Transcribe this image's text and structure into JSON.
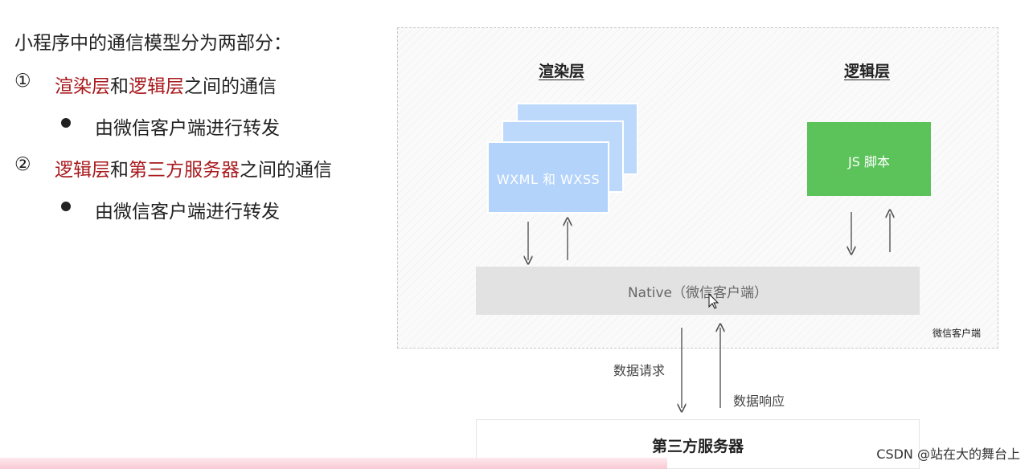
{
  "intro": "小程序中的通信模型分为两部分：",
  "items": [
    {
      "num": "①",
      "parts": [
        {
          "text": "渲染层",
          "red": true
        },
        {
          "text": "和",
          "red": false
        },
        {
          "text": "逻辑层",
          "red": true
        },
        {
          "text": "之间的通信",
          "red": false
        }
      ],
      "bullet": "由微信客户端进行转发"
    },
    {
      "num": "②",
      "parts": [
        {
          "text": "逻辑层",
          "red": true
        },
        {
          "text": "和",
          "red": false
        },
        {
          "text": "第三方服务器",
          "red": true
        },
        {
          "text": "之间的通信",
          "red": false
        }
      ],
      "bullet": "由微信客户端进行转发"
    }
  ],
  "diagram": {
    "render_title": "渲染层",
    "logic_title": "逻辑层",
    "cards_label": "WXML 和 WXSS",
    "js_label": "JS 脚本",
    "native_label": "Native（微信客户端）",
    "corner_label": "微信客户端",
    "request_label": "数据请求",
    "response_label": "数据响应",
    "server_label": "第三方服务器"
  },
  "watermark": "CSDN @站在大的舞台上",
  "colors": {
    "accent_red": "#a8181c",
    "card_blue": "#b4d3fb",
    "js_green": "#5bc35a",
    "native_gray": "#e2e2e2"
  }
}
